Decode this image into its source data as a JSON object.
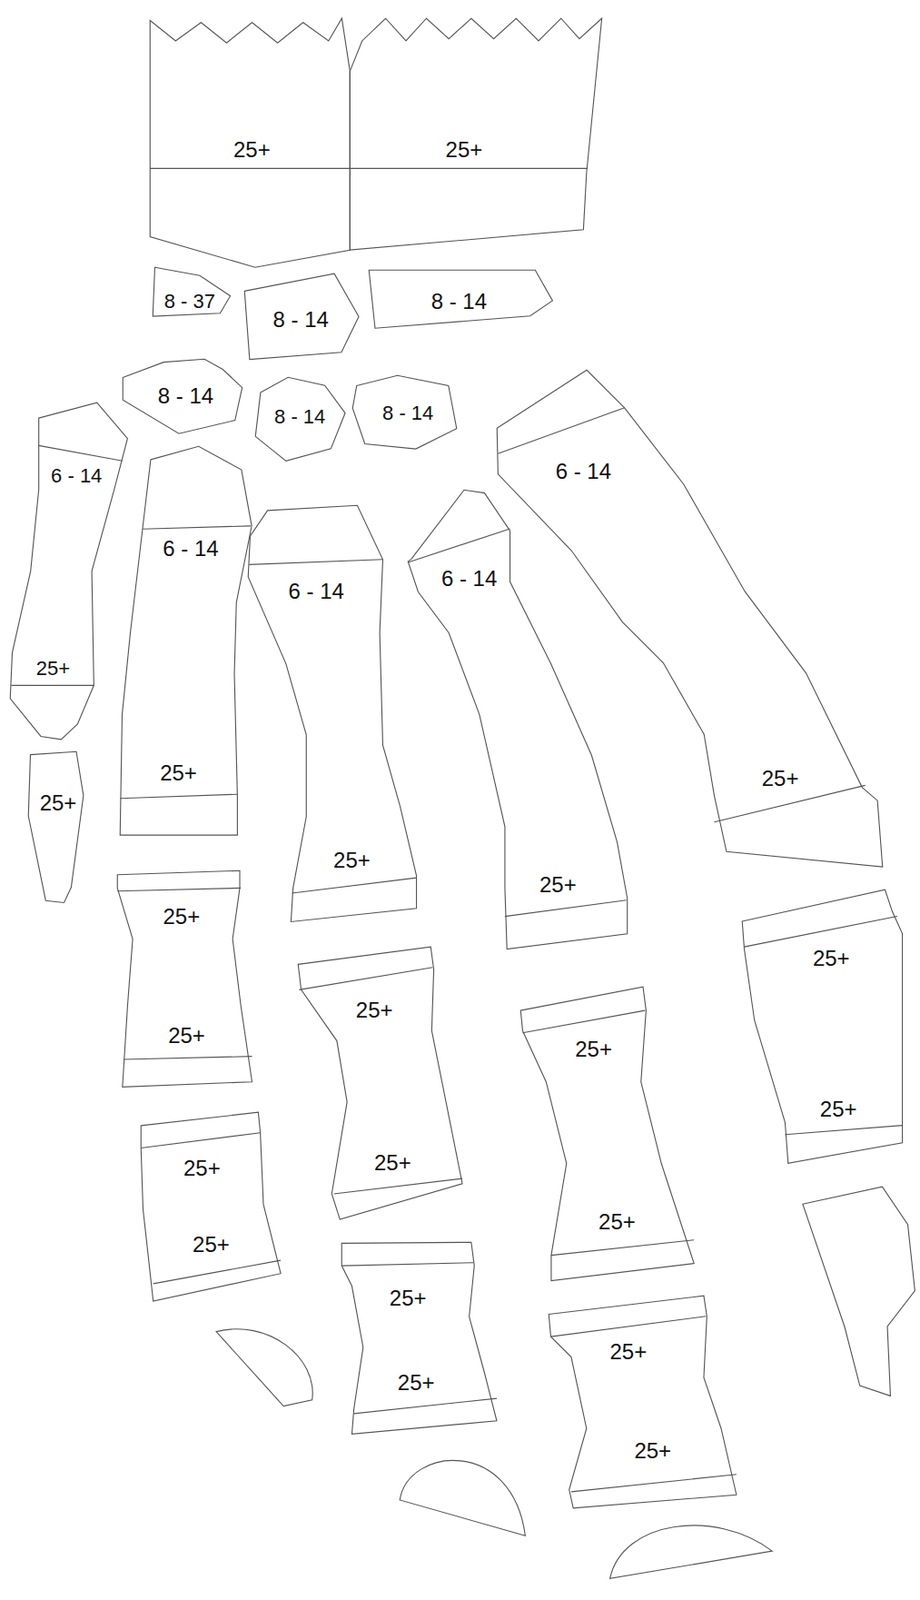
{
  "diagram": {
    "nodes": [
      {
        "text": [
          "25+"
        ]
      },
      {
        "text": [
          "25+"
        ]
      },
      {
        "text": [
          "8 - 37"
        ]
      },
      {
        "text": [
          "8 - 14"
        ]
      },
      {
        "text": [
          "8 - 14"
        ]
      },
      {
        "text": [
          "8 - 14"
        ]
      },
      {
        "text": [
          "8 - 14"
        ]
      },
      {
        "text": [
          "8 - 14"
        ]
      },
      {
        "text": [
          "6 - 14",
          "25+"
        ]
      },
      {
        "text": [
          "6 - 14",
          "25+"
        ]
      },
      {
        "text": [
          "6 - 14",
          "25+"
        ]
      },
      {
        "text": [
          "6 - 14",
          "25+"
        ]
      },
      {
        "text": [
          "6 - 14",
          "25+"
        ]
      },
      {
        "text": [
          "25+"
        ]
      },
      {
        "text": [
          "25+",
          "25+"
        ]
      },
      {
        "text": [
          "25+",
          "25+"
        ]
      },
      {
        "text": [
          "25+",
          "25+"
        ]
      },
      {
        "text": [
          "25+",
          "25+"
        ]
      },
      {
        "text": [
          "25+",
          "25+"
        ]
      },
      {
        "text": [
          "25+",
          "25+"
        ]
      },
      {
        "text": [
          "25+",
          "25+"
        ]
      }
    ]
  }
}
